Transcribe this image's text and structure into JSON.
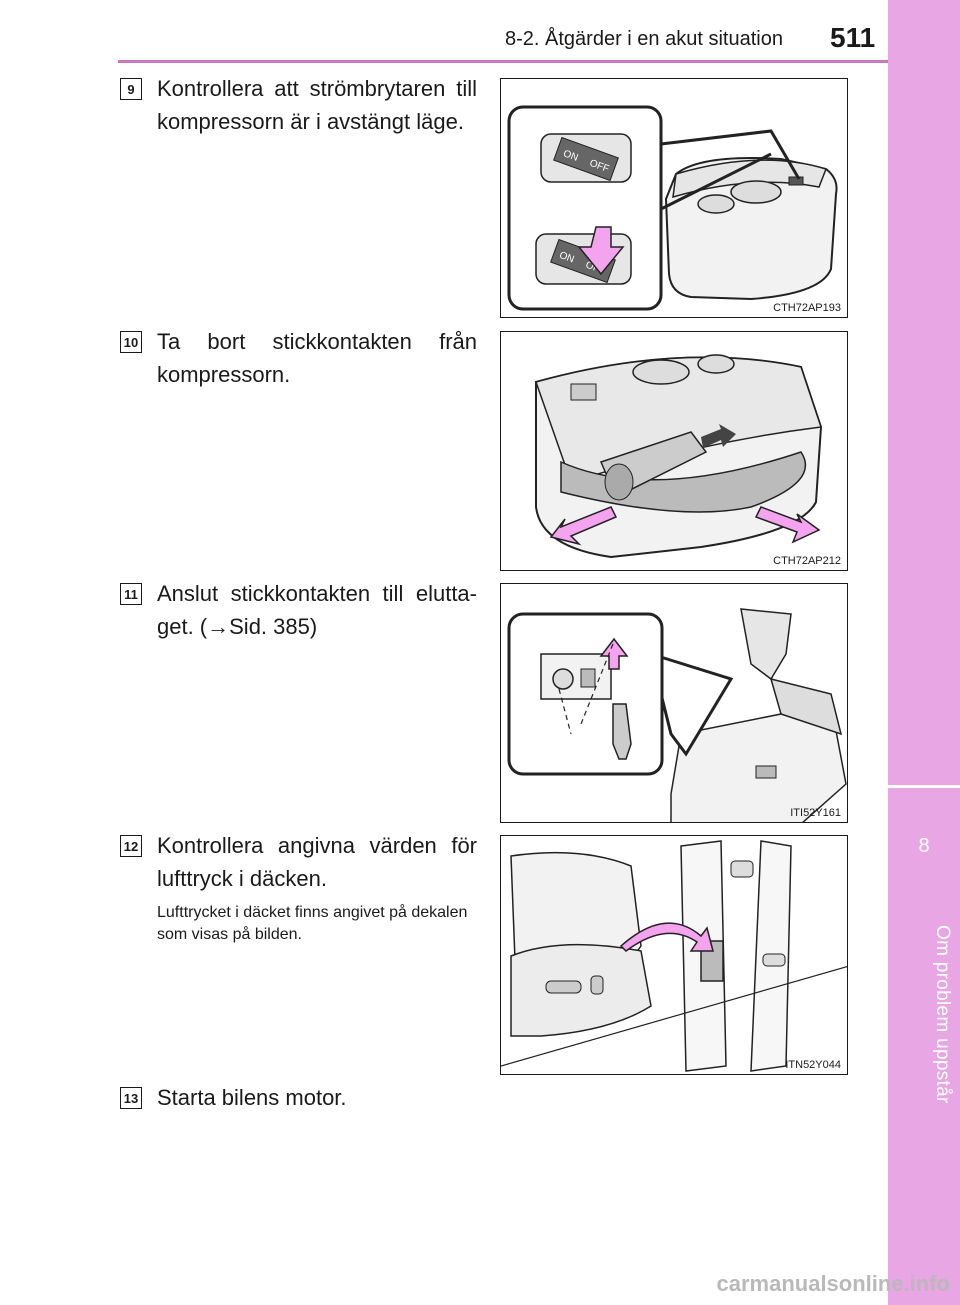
{
  "header": {
    "section_title": "8-2. Åtgärder i en akut situation",
    "page_number": "511"
  },
  "side_tab": {
    "chapter_number": "8",
    "chapter_title": "Om problem uppstår"
  },
  "steps": [
    {
      "number": "9",
      "text": "Kontrollera att strömbrytaren till kompressorn är i avstängt läge.",
      "figure_code": "CTH72AP193"
    },
    {
      "number": "10",
      "text": "Ta bort stickkontakten från kompressorn.",
      "figure_code": "CTH72AP212"
    },
    {
      "number": "11",
      "text": "Anslut stickkontakten till elutta-get. (→Sid. 385)",
      "figure_code": "ITI52Y161"
    },
    {
      "number": "12",
      "text": "Kontrollera angivna värden för lufttryck i däcken.",
      "note": "Lufttrycket i däcket finns angivet på dekalen som visas på bilden.",
      "figure_code": "ITN52Y044"
    },
    {
      "number": "13",
      "text": "Starta bilens motor."
    }
  ],
  "figure_labels": {
    "on": "ON",
    "off": "OFF"
  },
  "colors": {
    "accent": "#e8a6e4",
    "rule": "#c77ac2",
    "arrow": "#f4a3ee"
  },
  "watermark": "carmanualsonline.info"
}
